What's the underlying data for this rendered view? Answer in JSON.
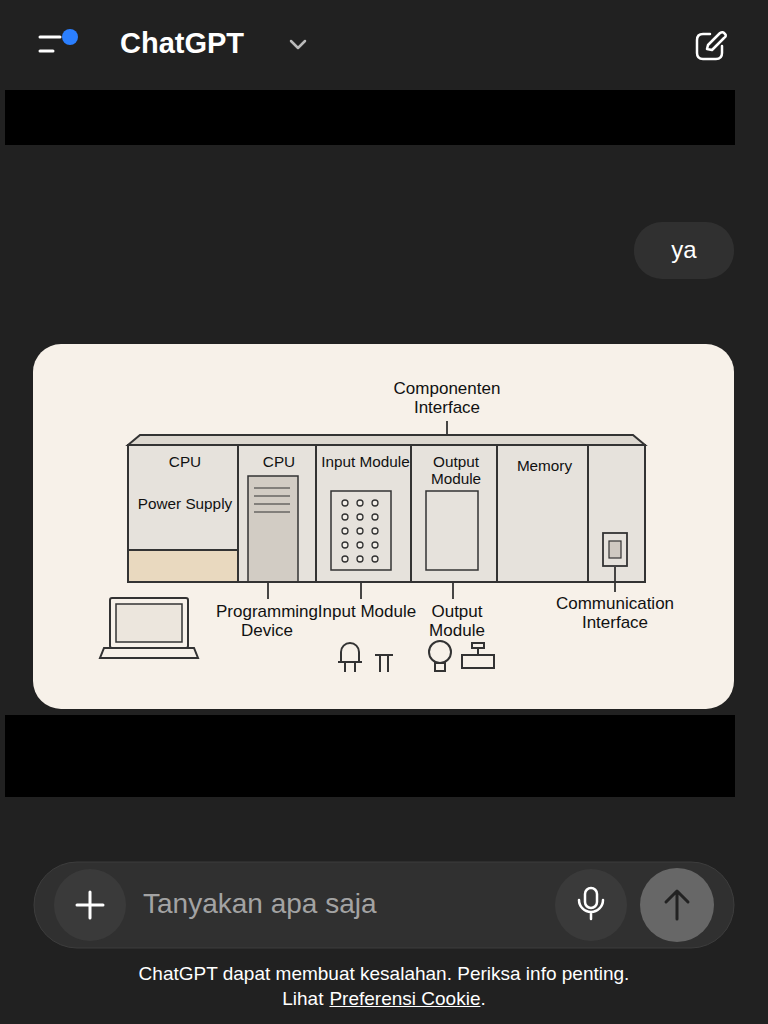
{
  "diagram": {
    "nodes": [
      {
        "text": [
          "ChatGPT"
        ]
      },
      {
        "text": [
          "ya"
        ]
      },
      {
        "text": [
          "CPU",
          "Power Supply"
        ]
      },
      {
        "text": [
          "CPU"
        ]
      },
      {
        "text": [
          "Input Module"
        ]
      },
      {
        "text": [
          "Output Module"
        ]
      },
      {
        "text": [
          "Memory"
        ]
      },
      {
        "text": [
          "Tanyakan apa saja"
        ]
      }
    ],
    "labels": [
      "Componenten Interface",
      "Programming Device",
      "Input Module",
      "Output Module",
      "Communication Interface",
      "ChatGPT dapat membuat kesalahan. Periksa info penting.",
      "Lihat",
      "Preferensi Cookie",
      "."
    ]
  }
}
